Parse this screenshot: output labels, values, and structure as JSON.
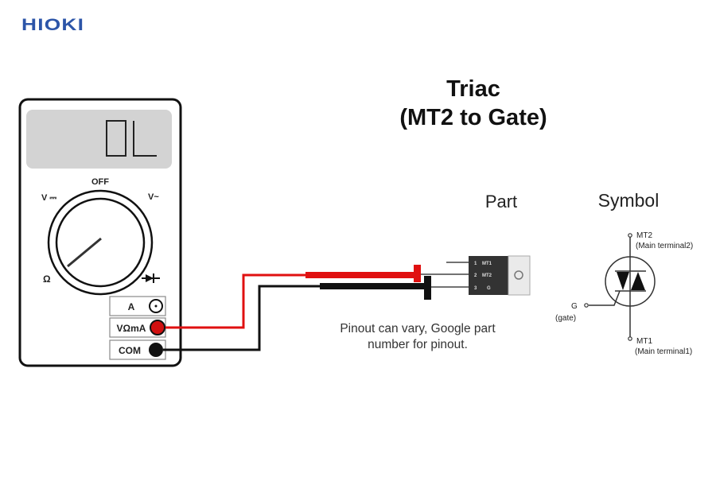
{
  "brand": {
    "logo_text": "HIOKI",
    "color": "#2c55a8"
  },
  "title": {
    "line1": "Triac",
    "line2": "(MT2 to Gate)"
  },
  "multimeter": {
    "display_value": "0L",
    "dial_labels": {
      "top": "OFF",
      "top_left": "V ⎓",
      "top_right": "V~",
      "bottom_left": "Ω",
      "bottom_right": "diode"
    },
    "jacks": [
      {
        "label": "A",
        "state": "empty"
      },
      {
        "label": "VΩmA",
        "state": "red-lead"
      },
      {
        "label": "COM",
        "state": "black-lead"
      }
    ]
  },
  "leads": {
    "red_color": "#e01010",
    "black_color": "#111111"
  },
  "part": {
    "label": "Part",
    "pins": [
      {
        "number": "1",
        "name": "MT1"
      },
      {
        "number": "2",
        "name": "MT2"
      },
      {
        "number": "3",
        "name": "G"
      }
    ]
  },
  "symbol": {
    "label": "Symbol",
    "mt2": {
      "name": "MT2",
      "desc": "(Main terminal2)"
    },
    "mt1": {
      "name": "MT1",
      "desc": "(Main terminal1)"
    },
    "gate": {
      "name": "G",
      "desc": "(gate)"
    }
  },
  "note": {
    "line1": "Pinout can vary, Google part",
    "line2": "number for pinout."
  }
}
